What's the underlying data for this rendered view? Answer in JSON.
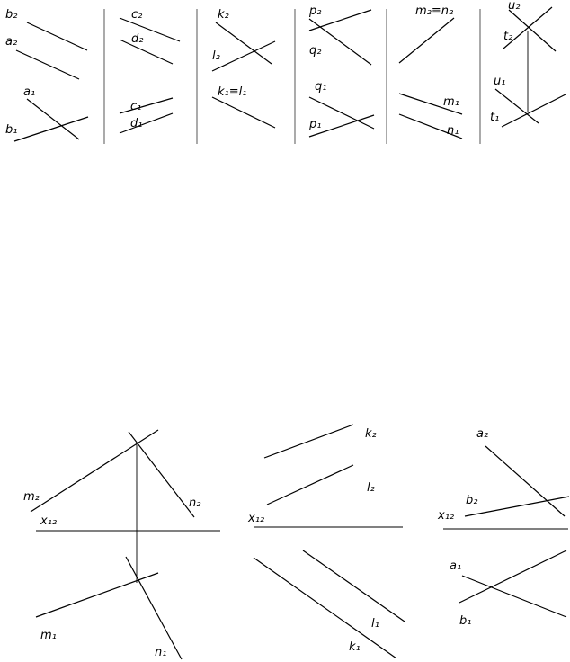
{
  "top_panels": [
    {
      "labels": {
        "b2": "b₂",
        "a2": "a₂",
        "a1": "a₁",
        "b1": "b₁"
      }
    },
    {
      "labels": {
        "c2": "c₂",
        "d2": "d₂",
        "c1": "c₁",
        "d1": "d₁"
      }
    },
    {
      "labels": {
        "k2": "k₂",
        "l2": "l₂",
        "k1l1": "k₁≡l₁"
      }
    },
    {
      "labels": {
        "p2": "p₂",
        "q2": "q₂",
        "q1": "q₁",
        "p1": "p₁"
      }
    },
    {
      "labels": {
        "m2n2": "m₂≡n₂",
        "m1": "m₁",
        "n1": "n₁"
      }
    },
    {
      "labels": {
        "u2": "u₂",
        "t2": "t₂",
        "u1": "u₁",
        "t1": "t₁"
      }
    }
  ],
  "bottom_diagrams": [
    {
      "labels": {
        "m2": "m₂",
        "n2": "n₂",
        "x12": "x₁₂",
        "m1": "m₁",
        "n1": "n₁"
      }
    },
    {
      "labels": {
        "k2": "k₂",
        "l2": "l₂",
        "x12": "x₁₂",
        "l1": "l₁",
        "k1": "k₁"
      }
    },
    {
      "labels": {
        "a2": "a₂",
        "b2": "b₂",
        "x12": "x₁₂",
        "a1": "a₁",
        "b1": "b₁"
      }
    }
  ]
}
